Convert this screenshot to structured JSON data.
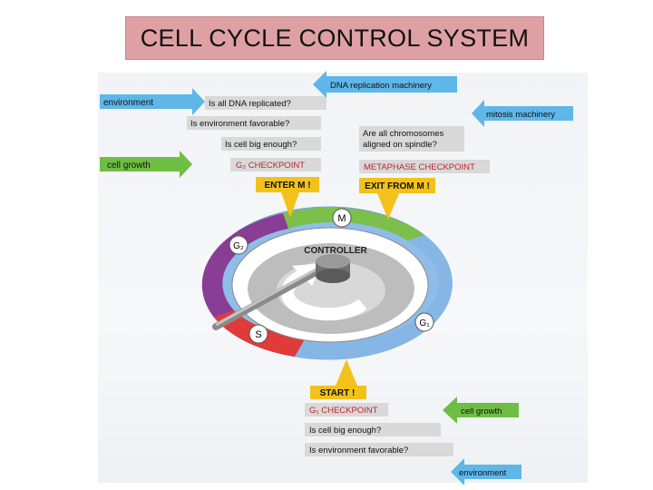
{
  "title": "CELL CYCLE CONTROL SYSTEM",
  "colors": {
    "title_bg": "#dfa0a4",
    "green": "#7cbf4a",
    "blue": "#7fb2e5",
    "red": "#e03a3a",
    "purple": "#8a3d95",
    "label_bg": "#d9d9d9",
    "checkpoint_text": "#c0252b",
    "sky_arrow": "#5fb6e8",
    "green_arrow": "#6fbe44",
    "yellow_arrow": "#f3c21a"
  },
  "g2_panel": {
    "environment": "environment",
    "cell_growth": "cell growth",
    "questions": [
      "Is all DNA replicated?",
      "Is environment favorable?",
      "Is cell big enough?"
    ],
    "checkpoint": "G₂ CHECKPOINT",
    "trigger": "ENTER M !"
  },
  "metaphase_panel": {
    "dna_machinery": "DNA replication machinery",
    "mitosis_machinery": "mitosis machinery",
    "question_line1": "Are all chromosomes",
    "question_line2": "aligned on spindle?",
    "checkpoint": "METAPHASE CHECKPOINT",
    "trigger": "EXIT FROM M !"
  },
  "g1_panel": {
    "trigger": "START !",
    "checkpoint": "G₁ CHECKPOINT",
    "questions": [
      "Is cell big enough?",
      "Is environment favorable?"
    ],
    "cell_growth": "cell growth",
    "environment": "environment"
  },
  "cycle": {
    "controller": "CONTROLLER",
    "phases": {
      "m": "M",
      "g2": "G₂",
      "s": "S",
      "g1": "G₁"
    }
  }
}
